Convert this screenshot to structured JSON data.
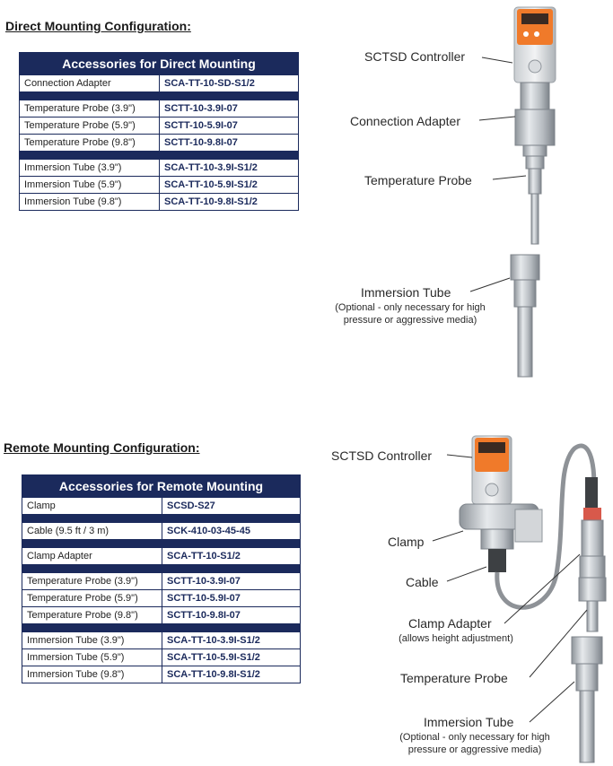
{
  "direct": {
    "title": "Direct Mounting Configuration:",
    "table_header": "Accessories for Direct Mounting",
    "groups": [
      [
        {
          "name": "Connection Adapter",
          "code": "SCA-TT-10-SD-S1/2"
        }
      ],
      [
        {
          "name": "Temperature Probe (3.9\")",
          "code": "SCTT-10-3.9I-07"
        },
        {
          "name": "Temperature Probe (5.9\")",
          "code": "SCTT-10-5.9I-07"
        },
        {
          "name": "Temperature Probe (9.8\")",
          "code": "SCTT-10-9.8I-07"
        }
      ],
      [
        {
          "name": "Immersion Tube (3.9\")",
          "code": "SCA-TT-10-3.9I-S1/2"
        },
        {
          "name": "Immersion Tube (5.9\")",
          "code": "SCA-TT-10-5.9I-S1/2"
        },
        {
          "name": "Immersion Tube (9.8\")",
          "code": "SCA-TT-10-9.8I-S1/2"
        }
      ]
    ],
    "labels": {
      "controller": "SCTSD Controller",
      "adapter": "Connection Adapter",
      "probe": "Temperature Probe",
      "tube": "Immersion Tube",
      "tube_note_1": "(Optional - only necessary for high",
      "tube_note_2": "pressure or aggressive media)"
    }
  },
  "remote": {
    "title": "Remote Mounting Configuration:",
    "table_header": "Accessories for Remote Mounting",
    "groups": [
      [
        {
          "name": "Clamp",
          "code": "SCSD-S27"
        }
      ],
      [
        {
          "name": "Cable (9.5 ft / 3 m)",
          "code": "SCK-410-03-45-45"
        }
      ],
      [
        {
          "name": "Clamp Adapter",
          "code": "SCA-TT-10-S1/2"
        }
      ],
      [
        {
          "name": "Temperature Probe (3.9\")",
          "code": "SCTT-10-3.9I-07"
        },
        {
          "name": "Temperature Probe (5.9\")",
          "code": "SCTT-10-5.9I-07"
        },
        {
          "name": "Temperature Probe (9.8\")",
          "code": "SCTT-10-9.8I-07"
        }
      ],
      [
        {
          "name": "Immersion Tube (3.9\")",
          "code": "SCA-TT-10-3.9I-S1/2"
        },
        {
          "name": "Immersion Tube (5.9\")",
          "code": "SCA-TT-10-5.9I-S1/2"
        },
        {
          "name": "Immersion Tube (9.8\")",
          "code": "SCA-TT-10-9.8I-S1/2"
        }
      ]
    ],
    "labels": {
      "controller": "SCTSD Controller",
      "clamp": "Clamp",
      "cable": "Cable",
      "clamp_adapter": "Clamp Adapter",
      "clamp_adapter_note": "(allows height adjustment)",
      "probe": "Temperature Probe",
      "tube": "Immersion Tube",
      "tube_note_1": "(Optional - only necessary for high",
      "tube_note_2": "pressure or aggressive media)"
    }
  },
  "colors": {
    "table_navy": "#1b2a5c",
    "controller_orange": "#f07a2a",
    "metal": "#b9bec4"
  }
}
